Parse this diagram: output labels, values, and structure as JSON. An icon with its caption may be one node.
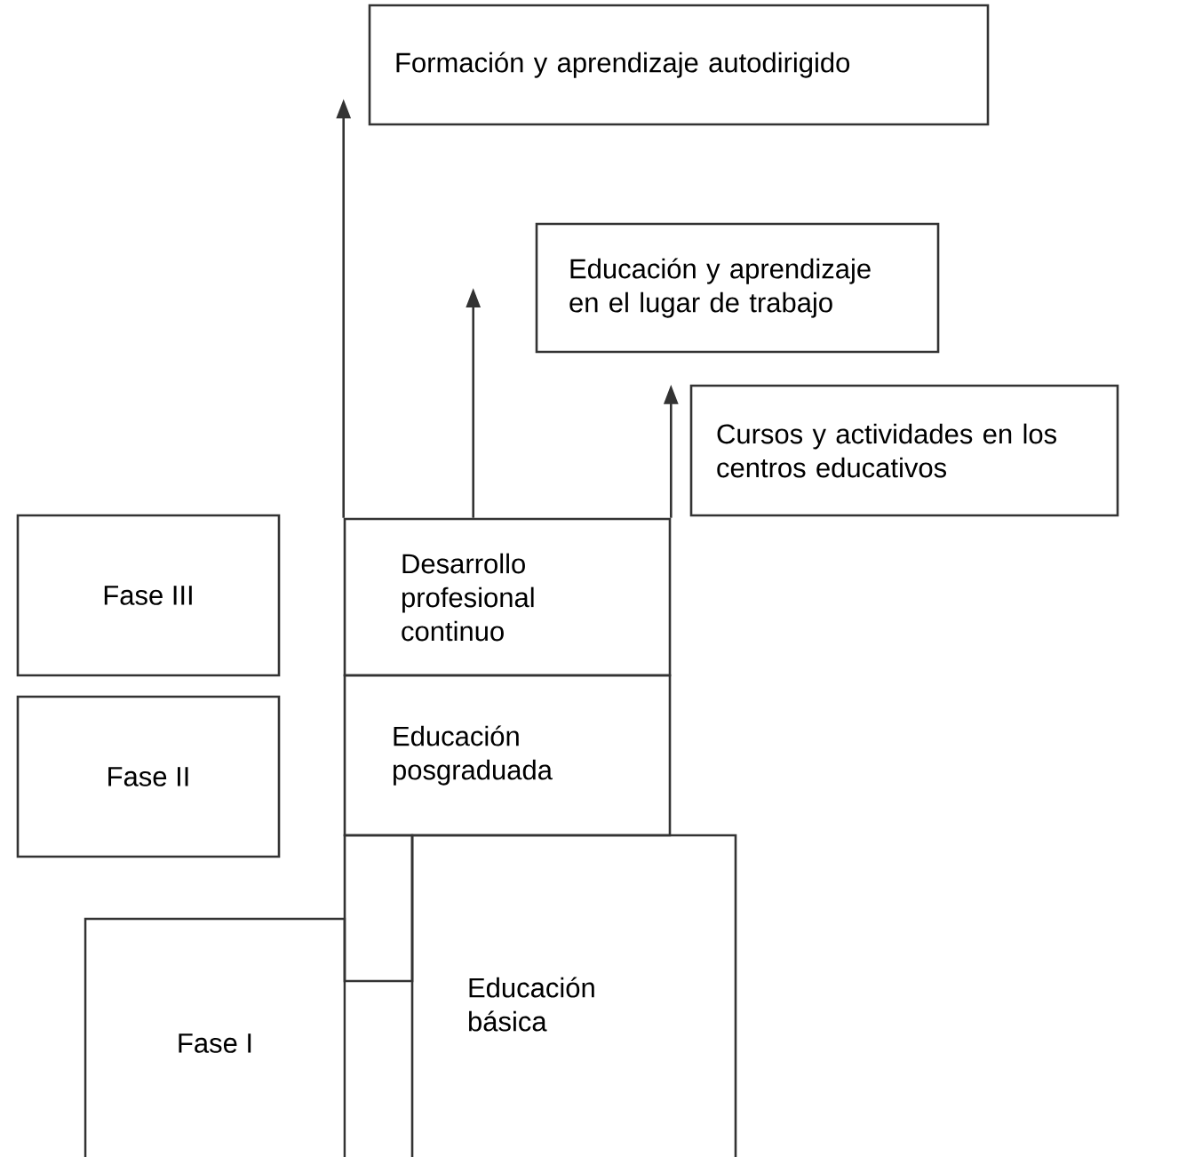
{
  "diagram": {
    "nodes": [
      {
        "text": [
          "Formación y aprendizaje autodirigido"
        ]
      },
      {
        "text": [
          "Educación y aprendizaje en el lugar de trabajo"
        ]
      },
      {
        "text": [
          "Cursos y actividades en los centros educativos"
        ]
      },
      {
        "text": [
          "Fase III"
        ]
      },
      {
        "text": [
          "Desarrollo profesional continuo"
        ]
      },
      {
        "text": [
          "Fase II"
        ]
      },
      {
        "text": [
          "Educación posgraduada"
        ]
      },
      {
        "text": [
          "Fase I"
        ]
      },
      {
        "text": [],
        "shape": "box"
      },
      {
        "text": [
          "Educación básica"
        ]
      }
    ],
    "edges": [
      {
        "from": 4,
        "to": 0,
        "arrow": "to"
      },
      {
        "from": 4,
        "to": 1,
        "arrow": "to"
      },
      {
        "from": 4,
        "to": 2,
        "arrow": "to"
      }
    ]
  }
}
